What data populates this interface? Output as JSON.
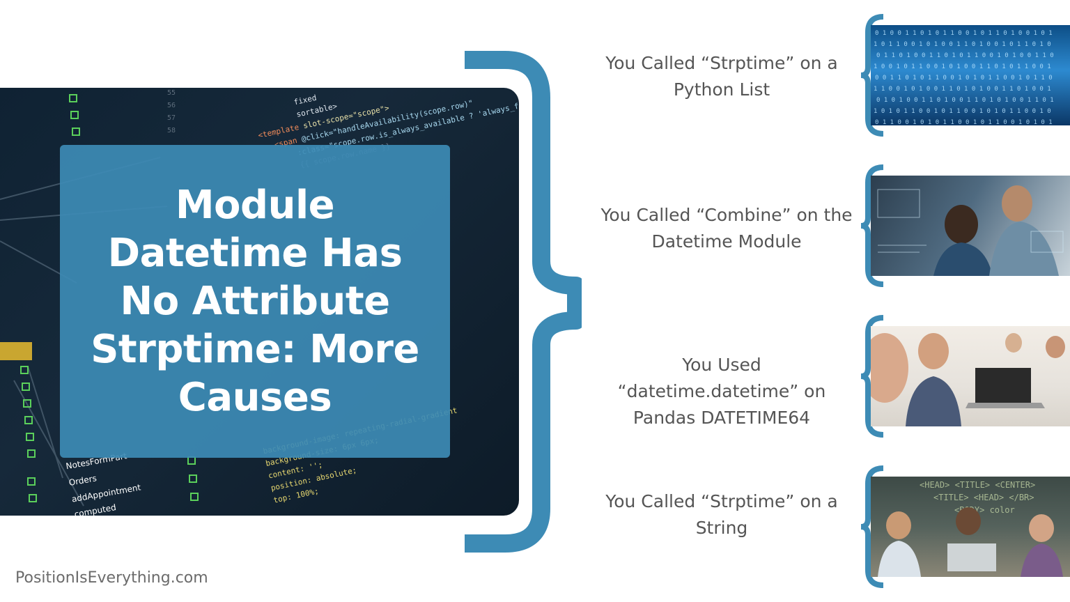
{
  "title": "Module Datetime Has No Attribute Strptime: More Causes",
  "causes": [
    {
      "text": "You Called “Strptime” on a Python List",
      "image": "binary-code-photo"
    },
    {
      "text": "You Called “Combine” on the Datetime Module",
      "image": "developers-analytics-photo"
    },
    {
      "text": "You Used “datetime.datetime” on Pandas DATETIME64",
      "image": "kids-laptop-classroom-photo"
    },
    {
      "text": "You Called “Strptime” on a String",
      "image": "children-coding-chalkboard-photo"
    }
  ],
  "watermark": "PositionIsEverything.com",
  "colors": {
    "accent": "#3d8bb5",
    "text": "#555555",
    "watermark": "#6b6b6b"
  }
}
